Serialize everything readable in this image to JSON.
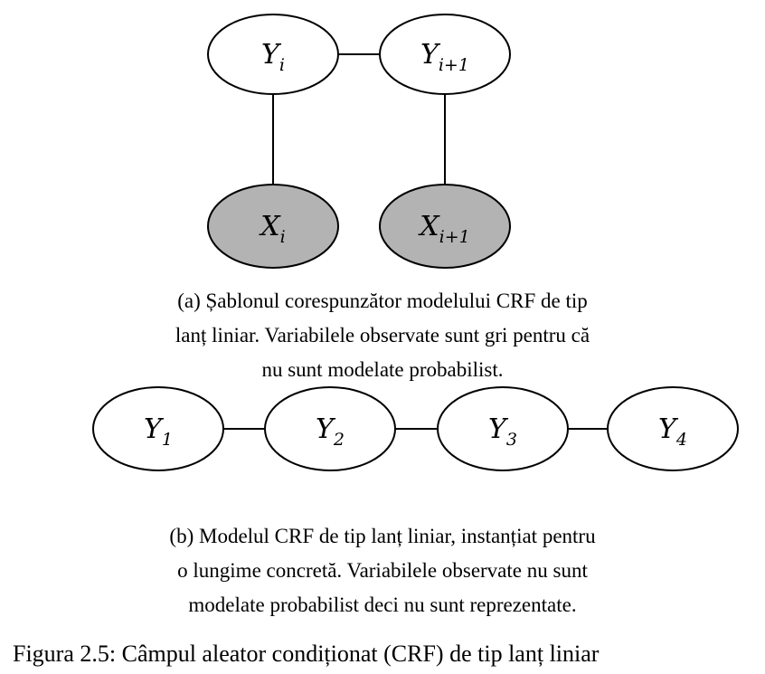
{
  "diagram_a": {
    "nodes": [
      {
        "id": "yi",
        "symbol": "Y",
        "subscript": "i",
        "observed": false
      },
      {
        "id": "yi1",
        "symbol": "Y",
        "subscript": "i+1",
        "observed": false
      },
      {
        "id": "xi",
        "symbol": "X",
        "subscript": "i",
        "observed": true
      },
      {
        "id": "xi1",
        "symbol": "X",
        "subscript": "i+1",
        "observed": true
      }
    ],
    "edges": [
      [
        "yi",
        "yi1"
      ],
      [
        "yi",
        "xi"
      ],
      [
        "yi1",
        "xi1"
      ]
    ],
    "caption": [
      "(a) Șablonul corespunzător modelului CRF de tip",
      "lanț liniar. Variabilele observate sunt gri pentru că",
      "nu sunt modelate probabilist."
    ]
  },
  "diagram_b": {
    "nodes": [
      {
        "id": "y1",
        "symbol": "Y",
        "subscript": "1",
        "observed": false
      },
      {
        "id": "y2",
        "symbol": "Y",
        "subscript": "2",
        "observed": false
      },
      {
        "id": "y3",
        "symbol": "Y",
        "subscript": "3",
        "observed": false
      },
      {
        "id": "y4",
        "symbol": "Y",
        "subscript": "4",
        "observed": false
      }
    ],
    "edges": [
      [
        "y1",
        "y2"
      ],
      [
        "y2",
        "y3"
      ],
      [
        "y3",
        "y4"
      ]
    ],
    "caption": [
      "(b) Modelul CRF de tip lanț liniar, instanțiat pentru",
      "o lungime concretă. Variabilele observate nu sunt",
      "modelate probabilist deci nu sunt reprezentate."
    ]
  },
  "figure_caption": "Figura 2.5: Câmpul aleator condiționat (CRF) de tip lanț liniar",
  "colors": {
    "observed_fill": "#b3b3b3",
    "hidden_fill": "#ffffff",
    "stroke": "#000000"
  }
}
